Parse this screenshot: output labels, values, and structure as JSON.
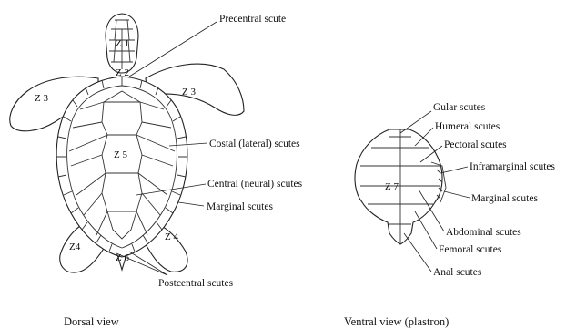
{
  "dorsal": {
    "caption": "Dorsal view",
    "zones": {
      "z1": "Z 1",
      "z2": "Z 2",
      "z3_left": "Z 3",
      "z3_right": "Z 3",
      "z5": "Z 5",
      "z4_left": "Z4",
      "z4_right": "Z 4",
      "z6": "Z 6"
    },
    "labels": {
      "precentral": "Precentral scute",
      "costal": "Costal (lateral) scutes",
      "central": "Central  (neural) scutes",
      "marginal": "Marginal scutes",
      "postcentral": "Postcentral scutes"
    }
  },
  "ventral": {
    "caption": "Ventral view (plastron)",
    "zones": {
      "z7": "Z 7"
    },
    "labels": {
      "gular": "Gular scutes",
      "humeral": "Humeral scutes",
      "pectoral": "Pectoral scutes",
      "inframarginal": "Inframarginal scutes",
      "marginal": "Marginal scutes",
      "abdominal": "Abdominal scutes",
      "femoral": "Femoral scutes",
      "anal": "Anal scutes"
    }
  }
}
